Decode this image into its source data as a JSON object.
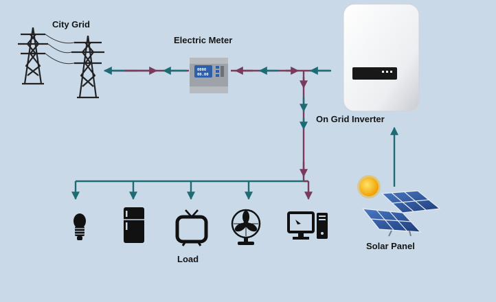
{
  "labels": {
    "city_grid": "City Grid",
    "electric_meter": "Electric Meter",
    "on_grid_inverter": "On Grid Inverter",
    "load": "Load",
    "solar_panel": "Solar Panel"
  },
  "meter_display": {
    "line1": "0000",
    "line2": "00.00"
  },
  "colors": {
    "background": "#c9d9e8",
    "grid_flow": "#7a3a5c",
    "solar_flow": "#1f6b74",
    "tower": "#222222"
  },
  "icons": [
    "transmission-tower-icon",
    "electric-meter-icon",
    "inverter-icon",
    "light-bulb-icon",
    "refrigerator-icon",
    "television-icon",
    "fan-icon",
    "computer-icon",
    "sun-icon",
    "solar-panel-icon"
  ]
}
